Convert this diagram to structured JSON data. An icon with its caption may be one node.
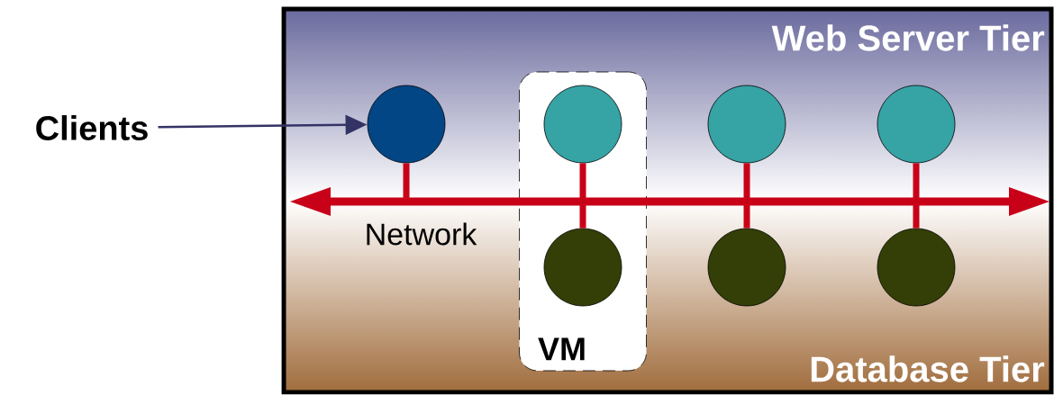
{
  "diagram": {
    "nodes": [
      {
        "text": [
          "Web Server Tier",
          "Database Tier"
        ]
      },
      {
        "text": [
          "Clients"
        ]
      },
      {
        "text": [
          "VM"
        ],
        "in": 0
      },
      {
        "text": [],
        "shape": "circle",
        "in": 0
      },
      {
        "text": [],
        "shape": "circle",
        "in": 2
      },
      {
        "text": [],
        "shape": "circle",
        "in": 0
      },
      {
        "text": [],
        "shape": "circle",
        "in": 0
      },
      {
        "text": [],
        "shape": "circle",
        "in": 2
      },
      {
        "text": [],
        "shape": "circle",
        "in": 0
      },
      {
        "text": [],
        "shape": "circle",
        "in": 0
      },
      {
        "text": [],
        "shape": "bar",
        "in": 0,
        "beside": [
          "Network"
        ]
      }
    ],
    "edges": [
      {
        "from": 1,
        "to": 3,
        "arrow": "to",
        "color": "#333366"
      },
      {
        "from": 3,
        "to": 10,
        "arrow": "none"
      },
      {
        "from": 4,
        "to": 10,
        "arrow": "none"
      },
      {
        "from": 5,
        "to": 10,
        "arrow": "none"
      },
      {
        "from": 6,
        "to": 10,
        "arrow": "none"
      },
      {
        "from": 7,
        "to": 10,
        "arrow": "none"
      },
      {
        "from": 8,
        "to": 10,
        "arrow": "none"
      },
      {
        "from": 9,
        "to": 10,
        "arrow": "none"
      }
    ]
  }
}
